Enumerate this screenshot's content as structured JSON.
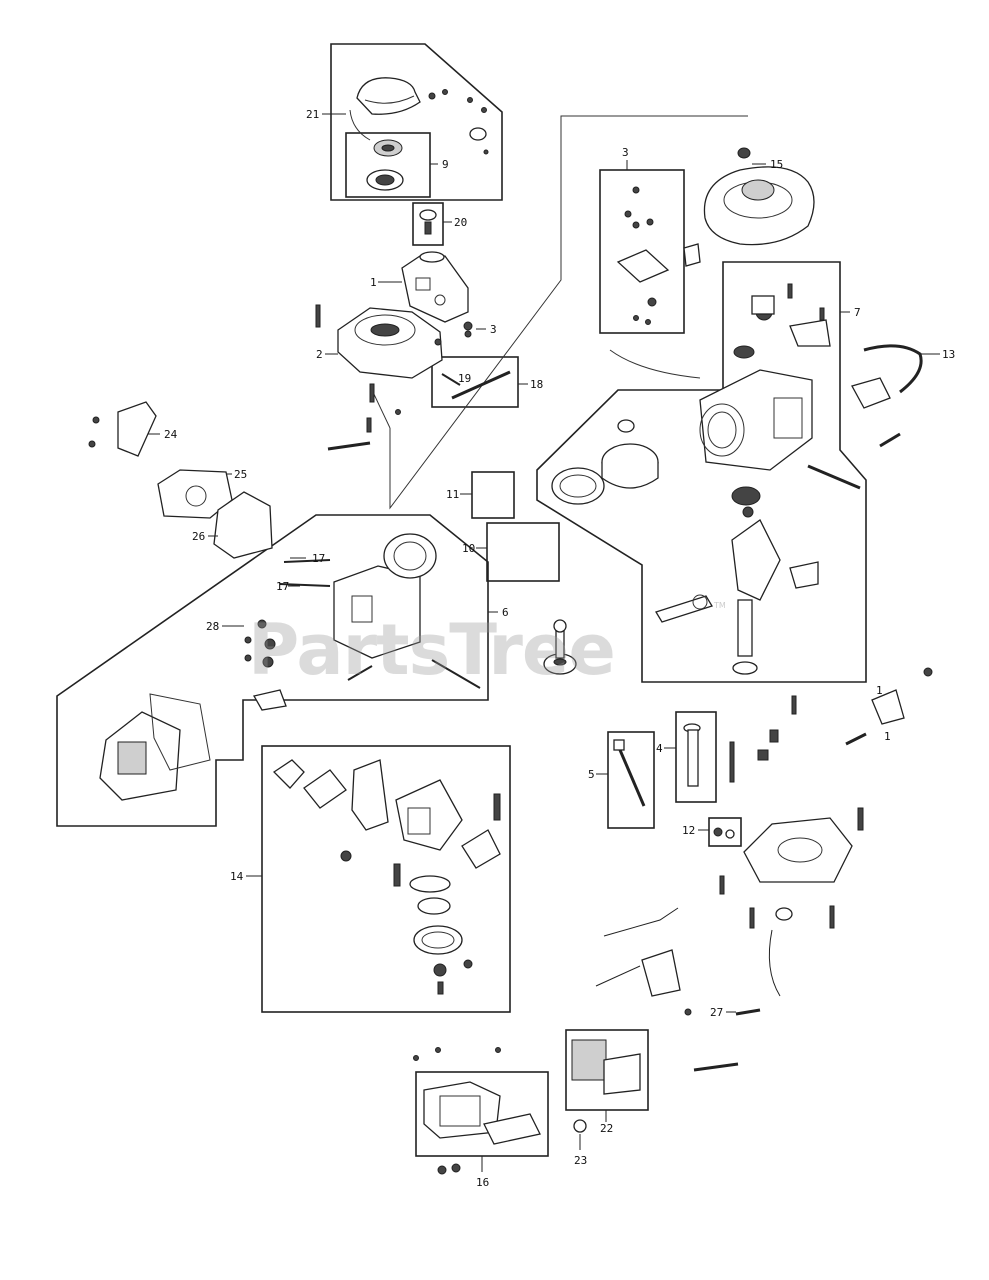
{
  "watermark": {
    "text": "PartsTree",
    "trademark": "TM"
  },
  "callouts": {
    "c21": "21",
    "c9": "9",
    "c20": "20",
    "c1": "1",
    "c3a": "3",
    "c2": "2",
    "c19": "19",
    "c18": "18",
    "c3b": "3",
    "c15": "15",
    "c7": "7",
    "c13": "13",
    "c24": "24",
    "c25": "25",
    "c26": "26",
    "c11": "11",
    "c10": "10",
    "c17a": "17",
    "c17b": "17",
    "c28": "28",
    "c6": "6",
    "c1b": "1",
    "c1c": "1",
    "c4": "4",
    "c5": "5",
    "c12": "12",
    "c14": "14",
    "c27": "27",
    "c22": "22",
    "c23": "23",
    "c16": "16"
  }
}
